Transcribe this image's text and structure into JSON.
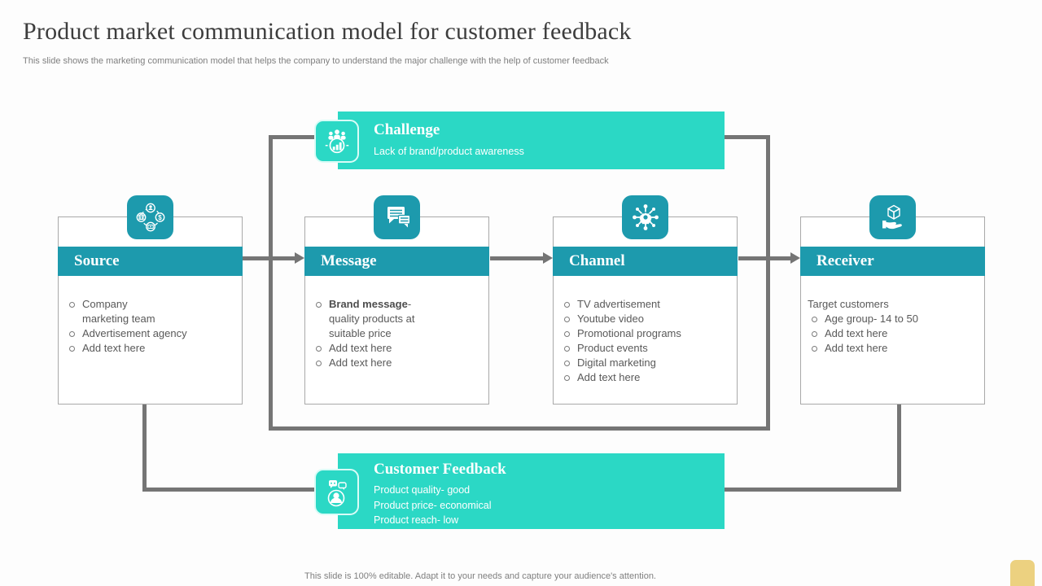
{
  "slide": {
    "title": "Product market communication model for customer feedback",
    "subtitle": "This slide shows the marketing communication model that helps the company to understand the major challenge with the help of customer feedback",
    "footer": "This slide is 100% editable. Adapt it to your needs and capture your audience's attention."
  },
  "colors": {
    "bright_teal": "#2bd8c5",
    "dark_teal": "#1d9aad",
    "connector_gray": "#757575",
    "body_text_gray": "#595959",
    "muted_gray": "#7f7f7f",
    "box_border_gray": "#a9a9a9",
    "corner_accent_yellow": "#ecd180"
  },
  "challenge": {
    "title": "Challenge",
    "description": "Lack of brand/product awareness",
    "icon": "team-analytics-icon"
  },
  "feedback": {
    "title": "Customer Feedback",
    "lines": "Product quality- good\nProduct price- economical\nProduct reach- low",
    "icon": "customer-feedback-icon"
  },
  "boxes": [
    {
      "title": "Source",
      "icon": "marketing-exchange-icon",
      "items": [
        "Company\nmarketing team",
        "Advertisement agency",
        "Add text here"
      ]
    },
    {
      "title": "Message",
      "icon": "chat-bubbles-icon",
      "items": [
        {
          "bold": "Brand message",
          "rest": "-\nquality products at\nsuitable price"
        },
        "Add text here",
        "Add text here"
      ]
    },
    {
      "title": "Channel",
      "icon": "network-hub-icon",
      "items": [
        "TV advertisement",
        "Youtube video",
        "Promotional programs",
        "Product events",
        "Digital marketing",
        "Add text here"
      ]
    },
    {
      "title": "Receiver",
      "icon": "hand-box-icon",
      "intro": "Target customers",
      "items": [
        "Age group- 14 to 50",
        "Add text here",
        "Add text here"
      ]
    }
  ]
}
